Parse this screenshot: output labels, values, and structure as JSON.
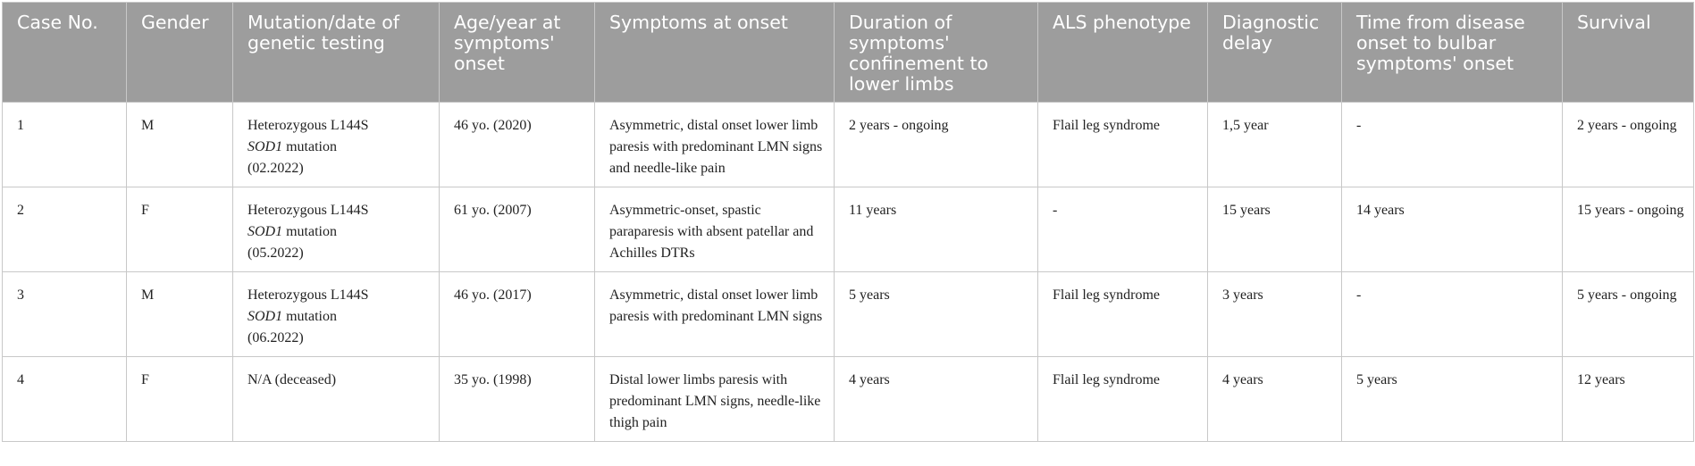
{
  "headers": [
    "Case No.",
    "Gender",
    "Mutation/date of genetic testing",
    "Age/year at symptoms' onset",
    "Symptoms at onset",
    "Duration of symptoms' confinement to lower limbs",
    "ALS phenotype",
    "Diagnostic delay",
    "Time from disease onset to bulbar symptoms' onset",
    "Survival"
  ],
  "rows": [
    {
      "case": "1",
      "gender": "M",
      "mutation_pre": "Heterozygous L144S",
      "gene": "SOD1",
      "mutation_post": " mutation",
      "test_date": "(02.2022)",
      "age": "46 yo. (2020)",
      "symptoms": "Asymmetric, distal onset lower limb paresis with predominant LMN signs and needle-like pain",
      "duration": "2 years - ongoing",
      "phenotype": "Flail leg syndrome",
      "delay": "1,5 year",
      "bulbar": "-",
      "survival": "2 years - ongoing"
    },
    {
      "case": "2",
      "gender": "F",
      "mutation_pre": "Heterozygous L144S",
      "gene": "SOD1",
      "mutation_post": " mutation",
      "test_date": "(05.2022)",
      "age": "61 yo. (2007)",
      "symptoms": "Asymmetric-onset, spastic paraparesis with absent patellar and Achilles DTRs",
      "duration": "11 years",
      "phenotype": "-",
      "delay": "15 years",
      "bulbar": "14 years",
      "survival": "15 years - ongoing"
    },
    {
      "case": "3",
      "gender": "M",
      "mutation_pre": "Heterozygous L144S",
      "gene": "SOD1",
      "mutation_post": " mutation",
      "test_date": "(06.2022)",
      "age": "46 yo. (2017)",
      "symptoms": "Asymmetric, distal onset lower limb paresis with predominant LMN signs",
      "duration": "5 years",
      "phenotype": "Flail leg syndrome",
      "delay": "3 years",
      "bulbar": "-",
      "survival": "5 years - ongoing"
    },
    {
      "case": "4",
      "gender": "F",
      "mutation_text": "N/A (deceased)",
      "age": "35 yo. (1998)",
      "symptoms": "Distal lower limbs paresis with predominant LMN signs, needle-like thigh pain",
      "duration": "4 years",
      "phenotype": "Flail leg syndrome",
      "delay": "4 years",
      "bulbar": "5 years",
      "survival": "12 years"
    }
  ]
}
